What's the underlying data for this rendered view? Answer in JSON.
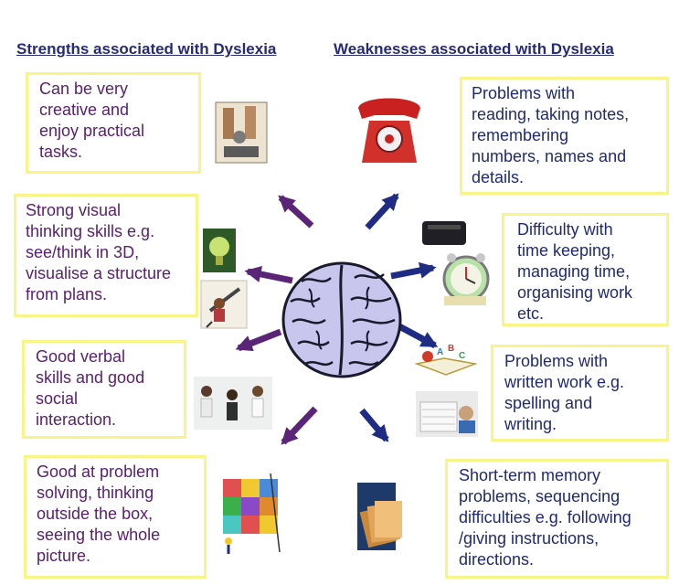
{
  "headings": {
    "strengths": "Strengths associated with Dyslexia",
    "weaknesses": "Weaknesses associated with Dyslexia"
  },
  "strengths": [
    "Can be very\ncreative and\nenjoy practical\ntasks.",
    "Strong visual\nthinking skills e.g.\nsee/think in 3D,\nvisualise a structure\nfrom plans.",
    "Good verbal\nskills and good\nsocial\ninteraction.",
    "Good at problem\nsolving, thinking\noutside the box,\nseeing the whole\npicture."
  ],
  "weaknesses": [
    "Problems with\nreading, taking notes,\nremembering\nnumbers, names and\ndetails.",
    "Difficulty with\ntime keeping,\nmanaging time,\norganising work\netc.",
    "Problems with\nwritten work e.g.\nspelling and\nwriting.",
    "Short-term memory\nproblems, sequencing\ndifficulties e.g. following\n/giving instructions,\ndirections."
  ],
  "icons": {
    "center": "brain-icon",
    "strength_images": [
      "hands-crafting-icon",
      "lightbulb-icon",
      "person-with-telescope-icon",
      "group-conversation-icon",
      "puzzle-cube-icon"
    ],
    "weakness_images": [
      "red-telephone-icon",
      "organiser-and-alarm-clock-icon",
      "abc-book-icon",
      "student-with-papers-icon",
      "file-folders-icon"
    ]
  },
  "colors": {
    "strength_text": "#5a2070",
    "weakness_text": "#1f2a72",
    "box_border": "#f8f488",
    "strength_arrow": "#5b2577",
    "weakness_arrow": "#1f2c84",
    "brain_fill": "#c9c6ee",
    "brain_outline": "#1a1a2e"
  }
}
